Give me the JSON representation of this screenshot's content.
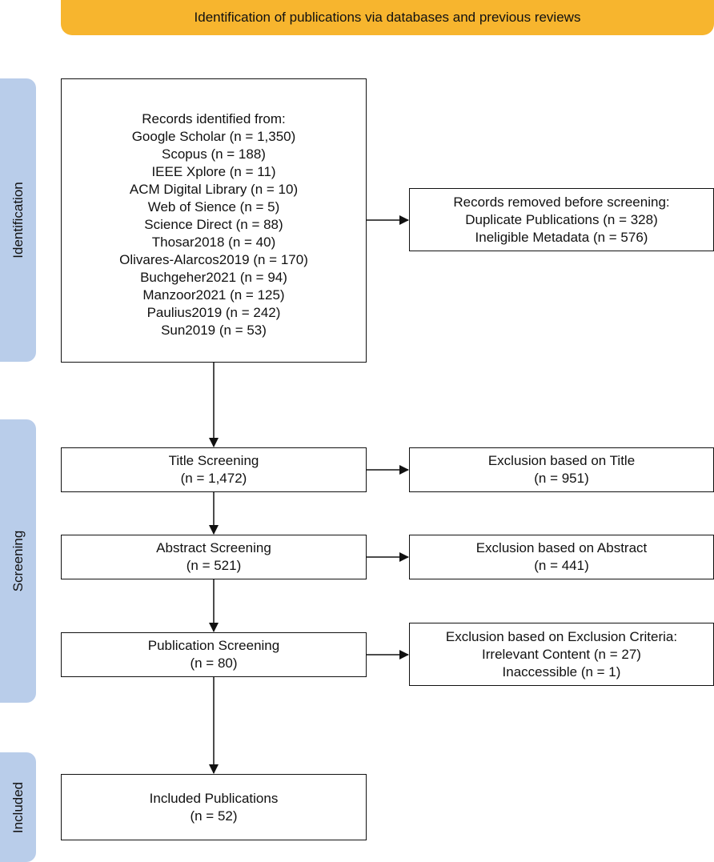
{
  "header": {
    "title": "Identification of publications via databases and previous reviews"
  },
  "phases": {
    "identification": "Identification",
    "screening": "Screening",
    "included": "Included"
  },
  "records_identified": {
    "heading": "Records identified from:",
    "sources": [
      "Google Scholar (n = 1,350)",
      "Scopus (n = 188)",
      "IEEE Xplore (n = 11)",
      "ACM Digital Library (n = 10)",
      "Web of Sience (n = 5)",
      "Science Direct (n = 88)",
      "Thosar2018 (n = 40)",
      "Olivares-Alarcos2019 (n = 170)",
      "Buchgeher2021 (n = 94)",
      "Manzoor2021 (n = 125)",
      "Paulius2019 (n = 242)",
      "Sun2019 (n = 53)"
    ]
  },
  "records_removed": {
    "heading": "Records removed before screening:",
    "items": [
      "Duplicate Publications (n = 328)",
      "Ineligible Metadata (n = 576)"
    ]
  },
  "title_screening": {
    "label": "Title Screening",
    "count": "(n = 1,472)"
  },
  "title_exclusion": {
    "label": "Exclusion based on Title",
    "count": "(n = 951)"
  },
  "abstract_screening": {
    "label": "Abstract Screening",
    "count": "(n = 521)"
  },
  "abstract_exclusion": {
    "label": "Exclusion based on Abstract",
    "count": "(n = 441)"
  },
  "publication_screening": {
    "label": "Publication Screening",
    "count": "(n = 80)"
  },
  "criteria_exclusion": {
    "heading": "Exclusion based on Exclusion Criteria:",
    "items": [
      "Irrelevant Content (n = 27)",
      "Inaccessible (n = 1)"
    ]
  },
  "included": {
    "label": "Included Publications",
    "count": "(n = 52)"
  },
  "colors": {
    "banner": "#f7b52e",
    "phase": "#b9cdea",
    "border": "#111111"
  }
}
